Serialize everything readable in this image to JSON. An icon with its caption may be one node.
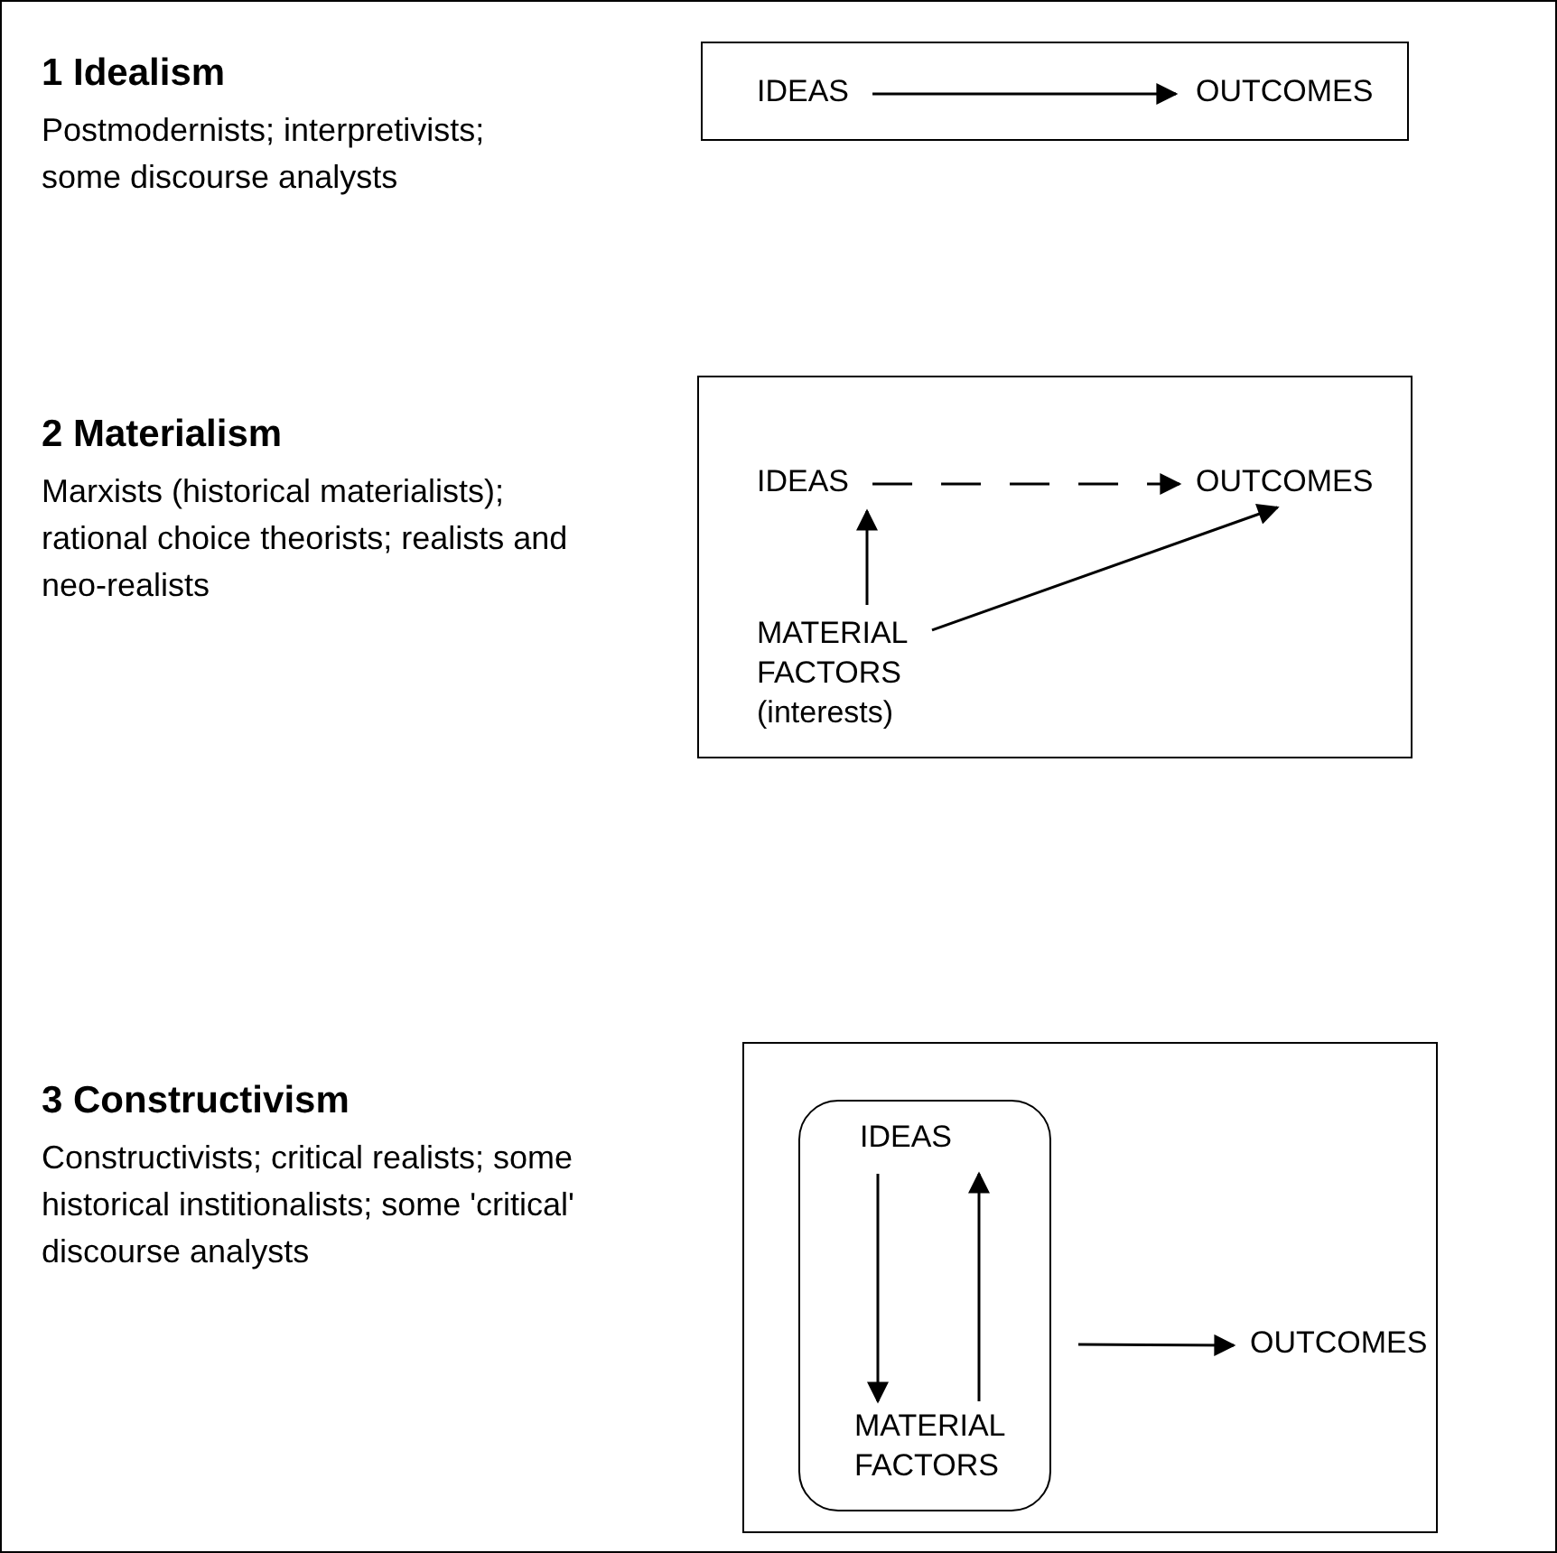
{
  "diagram": {
    "nodes": [
      {
        "text": [],
        "shape": "box"
      },
      {
        "text": [
          "IDEAS"
        ],
        "in": 0
      },
      {
        "text": [
          "OUTCOMES"
        ],
        "in": 0
      },
      {
        "text": [],
        "shape": "box"
      },
      {
        "text": [
          "IDEAS"
        ],
        "in": 3
      },
      {
        "text": [
          "OUTCOMES"
        ],
        "in": 3
      },
      {
        "text": [
          "MATERIAL FACTORS (interests)"
        ],
        "in": 3
      },
      {
        "text": [],
        "shape": "box"
      },
      {
        "text": [],
        "shape": "box",
        "in": 7
      },
      {
        "text": [
          "IDEAS"
        ],
        "in": 8
      },
      {
        "text": [
          "MATERIAL FACTORS"
        ],
        "in": 8
      },
      {
        "text": [
          "OUTCOMES"
        ],
        "in": 7
      }
    ],
    "edges": [
      {
        "from": 1,
        "to": 2,
        "arrow": "to"
      },
      {
        "from": 4,
        "to": 5,
        "arrow": "to",
        "style": "dashed"
      },
      {
        "from": 6,
        "to": 4,
        "arrow": "to"
      },
      {
        "from": 6,
        "to": 5,
        "arrow": "to"
      },
      {
        "from": 9,
        "to": 10,
        "arrow": "to"
      },
      {
        "from": 10,
        "to": 9,
        "arrow": "to"
      },
      {
        "from": 8,
        "to": 11,
        "arrow": "to"
      }
    ],
    "labels": [
      "1 Idealism",
      "Postmodernists; interpretivists; some discourse analysts",
      "2 Materialism",
      "Marxists (historical materialists); rational choice theorists; realists and neo-realists",
      "3 Constructivism",
      "Constructivists; critical realists; some historical institionalists; some 'critical' discourse analysts"
    ]
  }
}
